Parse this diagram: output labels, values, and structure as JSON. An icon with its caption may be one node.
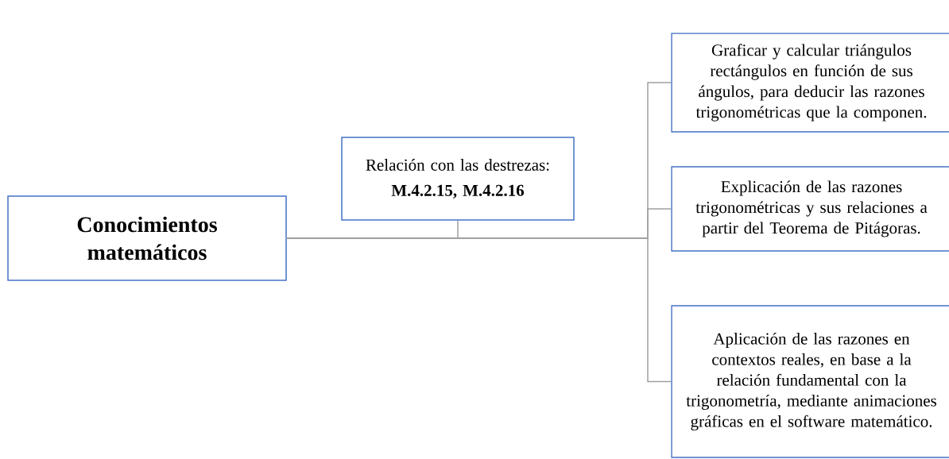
{
  "diagram": {
    "nodes": [
      {
        "text": [
          "Conocimientos matemáticos"
        ]
      },
      {
        "text": [
          "Relación con las destrezas:",
          "M.4.2.15, M.4.2.16"
        ]
      },
      {
        "text": [
          "Graficar  y calcular triángulos rectángulos en función de  sus ángulos, para deducir las razones trigonométricas que la componen."
        ]
      },
      {
        "text": [
          "Explicación de las razones trigonométricas y sus relaciones a partir del Teorema de Pitágoras."
        ]
      },
      {
        "text": [
          "Aplicación de las razones en contextos reales, en base  a la relación fundamental con la trigonometría, mediante animaciones gráficas en el software matemático."
        ]
      }
    ],
    "edges": [
      {
        "from": 0,
        "to": 1,
        "arrow": "none"
      },
      {
        "from": 0,
        "to": 2,
        "arrow": "none"
      },
      {
        "from": 0,
        "to": 3,
        "arrow": "none"
      },
      {
        "from": 0,
        "to": 4,
        "arrow": "none"
      }
    ]
  }
}
